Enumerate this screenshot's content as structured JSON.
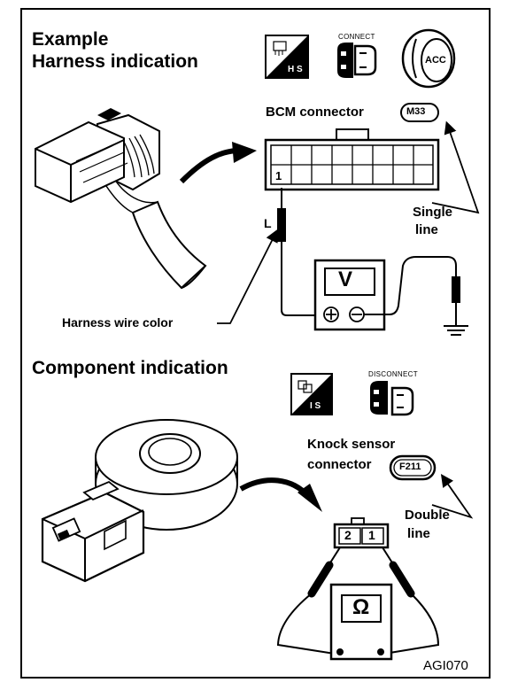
{
  "titles": {
    "example_line1": "Example",
    "example_line2": "Harness indication",
    "component": "Component indication"
  },
  "top_icons": {
    "hs_label": "H S",
    "connect_label": "CONNECT",
    "acc_label": "ACC"
  },
  "bcm": {
    "label": "BCM connector",
    "code": "M33",
    "pin": "1",
    "wire_color": "L",
    "single_line_1": "Single",
    "single_line_2": "line",
    "harness_wire_color": "Harness wire color",
    "meter_symbol": "V",
    "plus": "+",
    "minus": "−"
  },
  "bottom_icons": {
    "is_label": "I S",
    "disconnect_label": "DISCONNECT"
  },
  "knock": {
    "label_1": "Knock sensor",
    "label_2": "connector",
    "code": "F211",
    "pin_2": "2",
    "pin_1": "1",
    "double_line_1": "Double",
    "double_line_2": "line",
    "meter_symbol": "Ω"
  },
  "figure_id": "AGI070"
}
